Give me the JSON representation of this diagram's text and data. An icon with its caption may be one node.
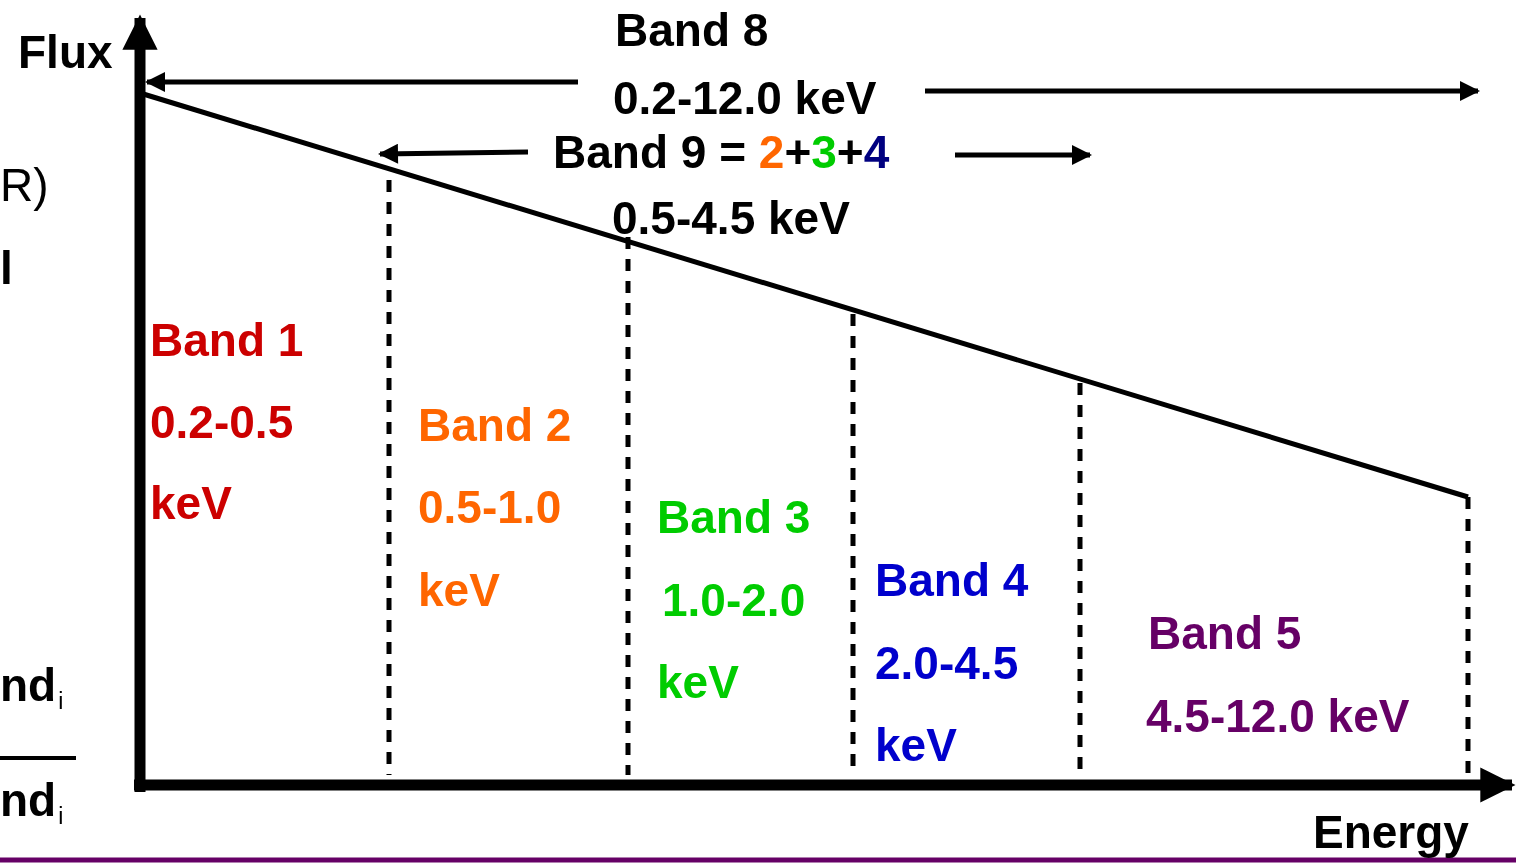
{
  "diagram": {
    "labels": [
      "Flux",
      "Band 8",
      "0.2-12.0 keV",
      "Band 9 = 2+3+4",
      "0.5-4.5 keV",
      "R)",
      "l",
      "Band 1",
      "0.2-0.5",
      "keV",
      "Band 2",
      "0.5-1.0",
      "keV",
      "Band 3",
      "1.0-2.0",
      "keV",
      "Band 4",
      "2.0-4.5",
      "keV",
      "Band 5",
      "4.5-12.0 keV",
      "nd$_{i}$",
      "nd$_{i}$",
      "Energy"
    ]
  }
}
